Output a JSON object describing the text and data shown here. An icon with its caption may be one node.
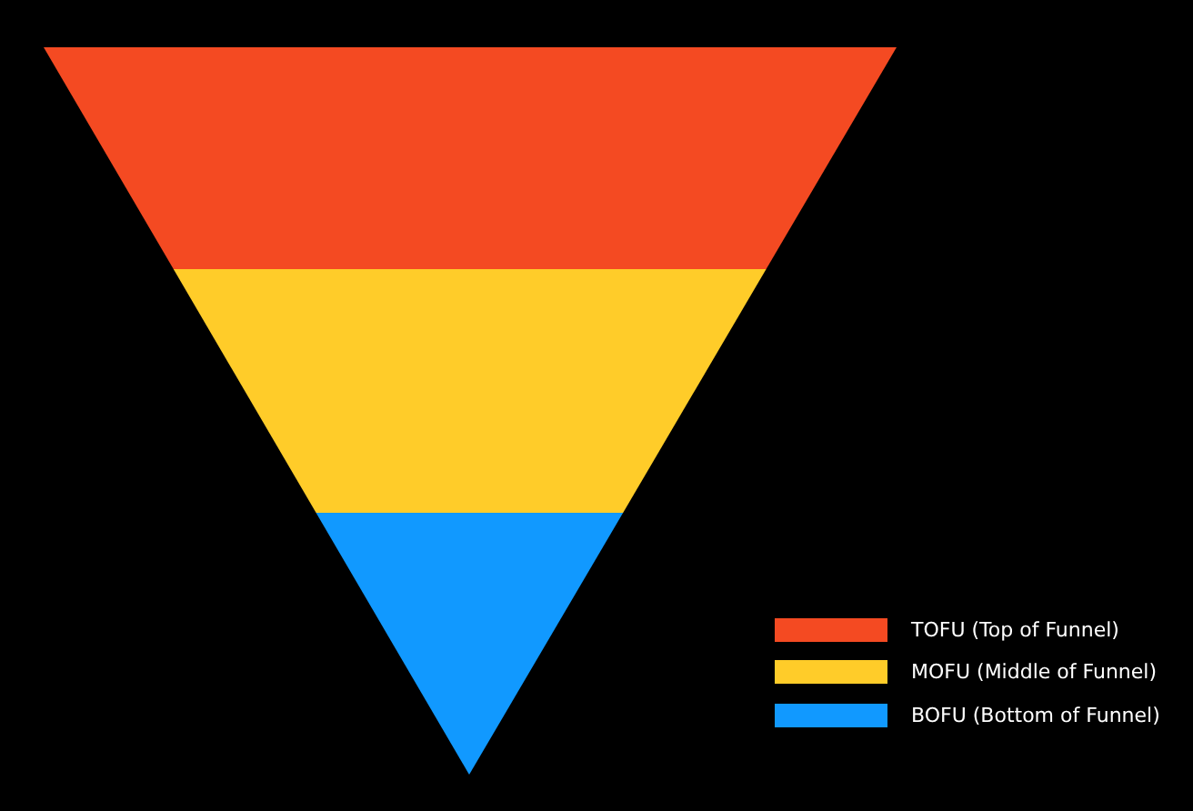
{
  "diagram": {
    "legend": [
      {
        "text": "TOFU (Top of Funnel)",
        "color": "#f44a22"
      },
      {
        "text": "MOFU (Middle of Funnel)",
        "color": "#ffcc29"
      },
      {
        "text": "BOFU (Bottom of Funnel)",
        "color": "#1199ff"
      }
    ]
  }
}
